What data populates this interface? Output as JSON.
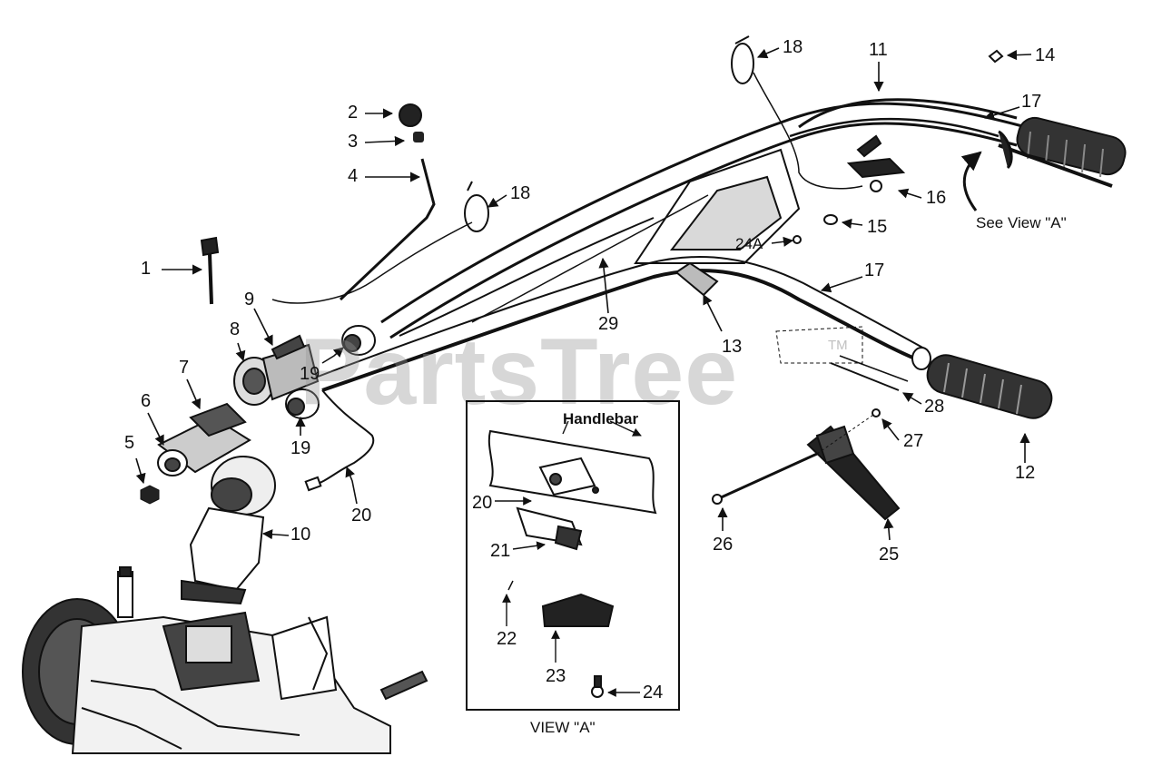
{
  "diagram": {
    "watermark": "PartsTree",
    "trademark": "TM",
    "see_view_note": "See View \"A\"",
    "view_caption": "VIEW \"A\"",
    "inset_handlebar_label": "Handlebar"
  },
  "callouts": {
    "c1": "1",
    "c2": "2",
    "c3": "3",
    "c4": "4",
    "c5": "5",
    "c6": "6",
    "c7": "7",
    "c8": "8",
    "c9": "9",
    "c10": "10",
    "c11": "11",
    "c12": "12",
    "c13": "13",
    "c14": "14",
    "c15": "15",
    "c16": "16",
    "c17a": "17",
    "c17b": "17",
    "c18a": "18",
    "c18b": "18",
    "c19a": "19",
    "c19b": "19",
    "c20": "20",
    "c24a": "24A",
    "c25": "25",
    "c26": "26",
    "c27": "27",
    "c28": "28",
    "c29": "29",
    "v20": "20",
    "v21": "21",
    "v22": "22",
    "v23": "23",
    "v24": "24"
  }
}
